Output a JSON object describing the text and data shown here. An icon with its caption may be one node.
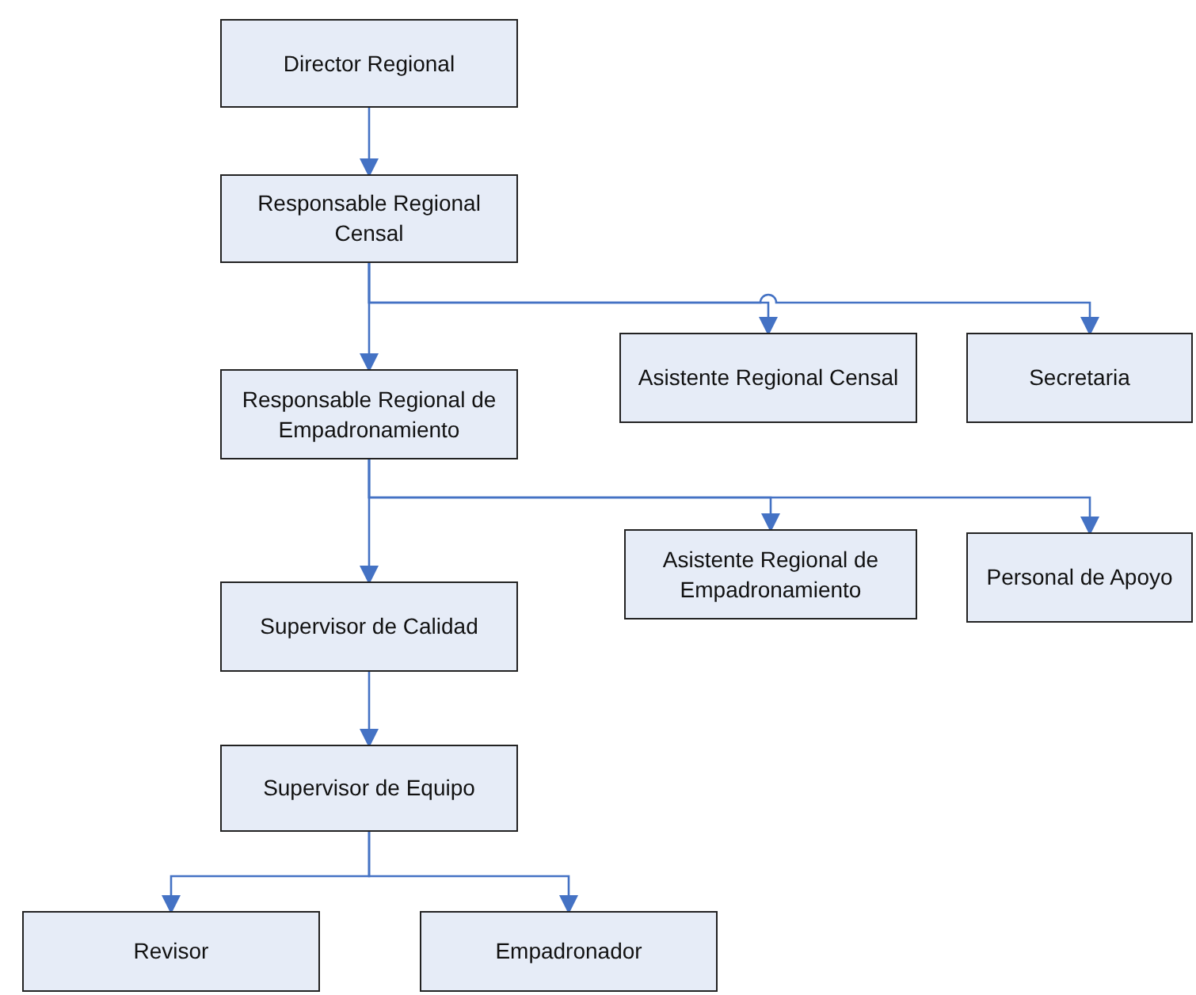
{
  "diagram": {
    "nodes": [
      {
        "text": [
          "Director Regional"
        ]
      },
      {
        "text": [
          "Responsable Regional Censal"
        ]
      },
      {
        "text": [
          "Responsable Regional de Empadronamiento"
        ]
      },
      {
        "text": [
          "Asistente Regional Censal"
        ]
      },
      {
        "text": [
          "Secretaria"
        ]
      },
      {
        "text": [
          "Asistente Regional de Empadronamiento"
        ]
      },
      {
        "text": [
          "Personal de Apoyo"
        ]
      },
      {
        "text": [
          "Supervisor de Calidad"
        ]
      },
      {
        "text": [
          "Supervisor de Equipo"
        ]
      },
      {
        "text": [
          "Revisor"
        ]
      },
      {
        "text": [
          "Empadronador"
        ]
      }
    ],
    "edges": [
      {
        "from": 0,
        "to": 1,
        "arrow": "to"
      },
      {
        "from": 1,
        "to": 2,
        "arrow": "to"
      },
      {
        "from": 1,
        "to": 3,
        "arrow": "to"
      },
      {
        "from": 1,
        "to": 4,
        "arrow": "to"
      },
      {
        "from": 2,
        "to": 7,
        "arrow": "to"
      },
      {
        "from": 2,
        "to": 5,
        "arrow": "to"
      },
      {
        "from": 2,
        "to": 6,
        "arrow": "to"
      },
      {
        "from": 7,
        "to": 8,
        "arrow": "to"
      },
      {
        "from": 8,
        "to": 9,
        "arrow": "to"
      },
      {
        "from": 8,
        "to": 10,
        "arrow": "to"
      }
    ]
  }
}
